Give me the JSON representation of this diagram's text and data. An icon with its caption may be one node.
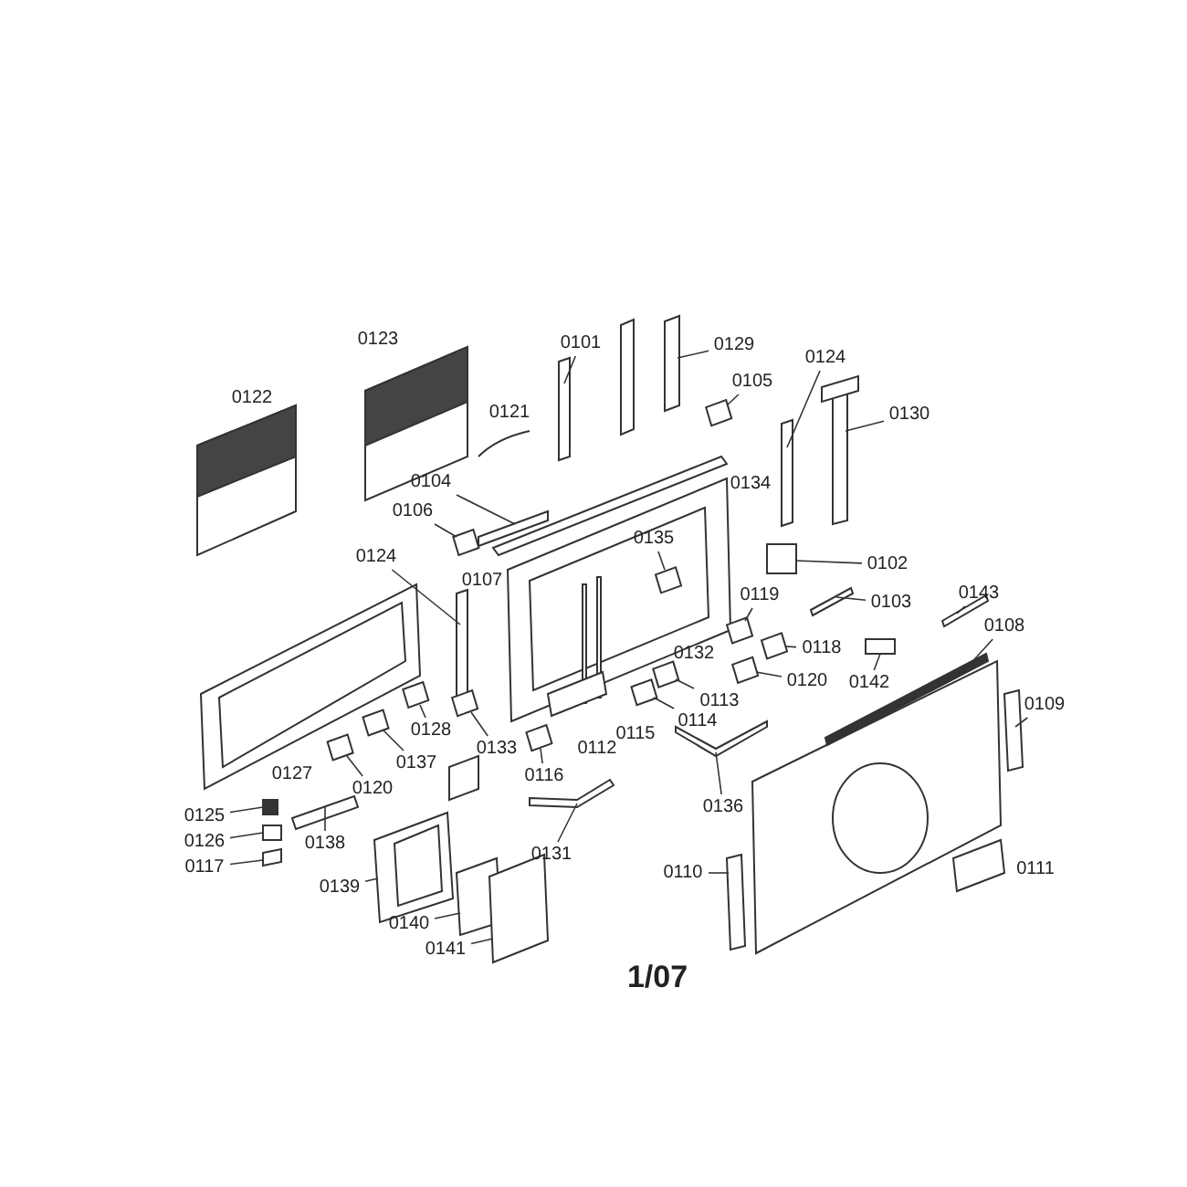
{
  "diagram": {
    "nodes": [
      {
        "text": [
          "0101"
        ]
      },
      {
        "text": [
          "0129"
        ]
      },
      {
        "text": [
          "0105"
        ]
      },
      {
        "text": [
          "0124"
        ]
      },
      {
        "text": [
          "0130"
        ]
      },
      {
        "text": [
          "0104"
        ]
      },
      {
        "text": [
          "0106"
        ]
      },
      {
        "text": [
          "0135"
        ]
      },
      {
        "text": [
          "0124"
        ]
      },
      {
        "text": [
          "0102"
        ]
      },
      {
        "text": [
          "0143"
        ]
      },
      {
        "text": [
          "0119"
        ]
      },
      {
        "text": [
          "0103"
        ]
      },
      {
        "text": [
          "0108"
        ]
      },
      {
        "text": [
          "0118"
        ]
      },
      {
        "text": [
          "0142"
        ]
      },
      {
        "text": [
          "0120"
        ]
      },
      {
        "text": [
          "0113"
        ]
      },
      {
        "text": [
          "0114"
        ]
      },
      {
        "text": [
          "0109"
        ]
      },
      {
        "text": [
          "0133"
        ]
      },
      {
        "text": [
          "0128"
        ]
      },
      {
        "text": [
          "0137"
        ]
      },
      {
        "text": [
          "0116"
        ]
      },
      {
        "text": [
          "0120"
        ]
      },
      {
        "text": [
          "0136"
        ]
      },
      {
        "text": [
          "0138"
        ]
      },
      {
        "text": [
          "0125"
        ]
      },
      {
        "text": [
          "0126"
        ]
      },
      {
        "text": [
          "0131"
        ]
      },
      {
        "text": [
          "0117"
        ]
      },
      {
        "text": [
          "0110"
        ]
      },
      {
        "text": [
          "0139"
        ]
      },
      {
        "text": [
          "0140"
        ]
      },
      {
        "text": [
          "0141"
        ]
      },
      {
        "text": [],
        "shape": "box"
      },
      {
        "text": [],
        "shape": "box"
      },
      {
        "text": [],
        "shape": "box"
      },
      {
        "text": [],
        "shape": "box"
      },
      {
        "text": [],
        "shape": "box"
      },
      {
        "text": [],
        "shape": "box"
      },
      {
        "text": [],
        "shape": "box"
      },
      {
        "text": [],
        "shape": "box"
      },
      {
        "text": [],
        "shape": "box"
      },
      {
        "text": [],
        "shape": "box"
      },
      {
        "text": [],
        "shape": "box"
      },
      {
        "text": [],
        "shape": "box"
      },
      {
        "text": [],
        "shape": "box"
      },
      {
        "text": [],
        "shape": "box"
      },
      {
        "text": [],
        "shape": "box"
      },
      {
        "text": [],
        "shape": "box"
      },
      {
        "text": [],
        "shape": "box"
      },
      {
        "text": [],
        "shape": "box"
      },
      {
        "text": [],
        "shape": "box"
      },
      {
        "text": [],
        "shape": "box"
      },
      {
        "text": [],
        "shape": "box"
      },
      {
        "text": [],
        "shape": "box"
      },
      {
        "text": [],
        "shape": "box"
      },
      {
        "text": [],
        "shape": "box"
      },
      {
        "text": [],
        "shape": "box"
      },
      {
        "text": [],
        "shape": "box"
      },
      {
        "text": [],
        "shape": "box"
      },
      {
        "text": [],
        "shape": "box"
      },
      {
        "text": [],
        "shape": "box"
      },
      {
        "text": [],
        "shape": "box"
      },
      {
        "text": [],
        "shape": "box"
      },
      {
        "text": [],
        "shape": "box"
      },
      {
        "text": [],
        "shape": "box"
      },
      {
        "text": [],
        "shape": "box"
      },
      {
        "text": [],
        "shape": "box"
      }
    ],
    "edges": [
      {
        "from": 0,
        "to": 35,
        "arrow": "none"
      },
      {
        "from": 1,
        "to": 36,
        "arrow": "none"
      },
      {
        "from": 2,
        "to": 37,
        "arrow": "none"
      },
      {
        "from": 3,
        "to": 38,
        "arrow": "none"
      },
      {
        "from": 4,
        "to": 39,
        "arrow": "none"
      },
      {
        "from": 5,
        "to": 40,
        "arrow": "none"
      },
      {
        "from": 6,
        "to": 41,
        "arrow": "none"
      },
      {
        "from": 7,
        "to": 42,
        "arrow": "none"
      },
      {
        "from": 8,
        "to": 43,
        "arrow": "none"
      },
      {
        "from": 9,
        "to": 44,
        "arrow": "none"
      },
      {
        "from": 10,
        "to": 45,
        "arrow": "none"
      },
      {
        "from": 11,
        "to": 46,
        "arrow": "none"
      },
      {
        "from": 12,
        "to": 47,
        "arrow": "none"
      },
      {
        "from": 13,
        "to": 48,
        "arrow": "none"
      },
      {
        "from": 14,
        "to": 49,
        "arrow": "none"
      },
      {
        "from": 15,
        "to": 50,
        "arrow": "none"
      },
      {
        "from": 16,
        "to": 51,
        "arrow": "none"
      },
      {
        "from": 17,
        "to": 52,
        "arrow": "none"
      },
      {
        "from": 18,
        "to": 53,
        "arrow": "none"
      },
      {
        "from": 19,
        "to": 54,
        "arrow": "none"
      },
      {
        "from": 20,
        "to": 55,
        "arrow": "none"
      },
      {
        "from": 21,
        "to": 56,
        "arrow": "none"
      },
      {
        "from": 22,
        "to": 57,
        "arrow": "none"
      },
      {
        "from": 23,
        "to": 58,
        "arrow": "none"
      },
      {
        "from": 24,
        "to": 59,
        "arrow": "none"
      },
      {
        "from": 25,
        "to": 60,
        "arrow": "none"
      },
      {
        "from": 26,
        "to": 61,
        "arrow": "none"
      },
      {
        "from": 27,
        "to": 62,
        "arrow": "none"
      },
      {
        "from": 28,
        "to": 63,
        "arrow": "none"
      },
      {
        "from": 29,
        "to": 64,
        "arrow": "none"
      },
      {
        "from": 30,
        "to": 65,
        "arrow": "none"
      },
      {
        "from": 31,
        "to": 66,
        "arrow": "none"
      },
      {
        "from": 32,
        "to": 67,
        "arrow": "none"
      },
      {
        "from": 33,
        "to": 68,
        "arrow": "none"
      },
      {
        "from": 34,
        "to": 69,
        "arrow": "none"
      }
    ],
    "labels": [
      "0123",
      "0122",
      "0121",
      "0107",
      "0134",
      "0132",
      "0115",
      "0112",
      "0127",
      "0111",
      "1/07"
    ]
  }
}
